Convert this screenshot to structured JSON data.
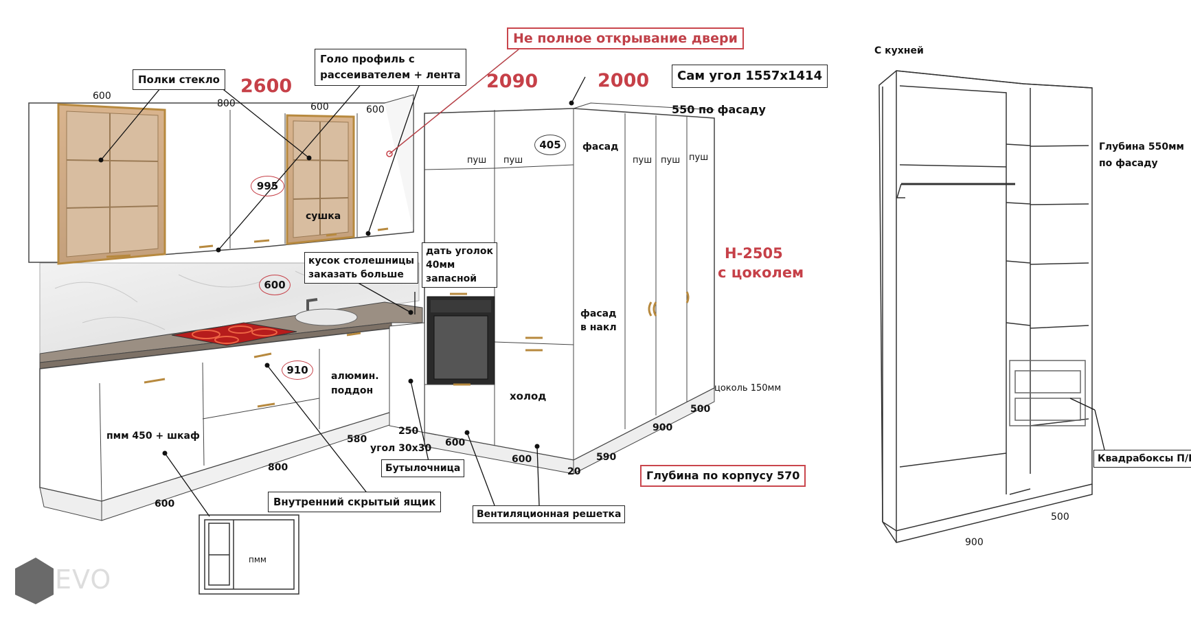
{
  "callouts": {
    "not_full_opening": "Не полное открывание двери",
    "glass_shelves": "Полки стекло",
    "gola_profile": "Голо профиль с\nрассеивателем + лента",
    "corner": "Сам угол 1557х1414",
    "countertop_piece": "кусок столешницы\nзаказать больше",
    "spare_angle": "дать уголок\n40мм\nзапасной",
    "bottle_holder": "Бутылочница",
    "hidden_drawer": "Внутренний скрытый ящик",
    "vent_grille": "Вентиляционная решетка",
    "body_depth": "Глубина по корпусу 570",
    "square_boxes": "Квадрабоксы П/В"
  },
  "red_numbers": {
    "n2600": "2600",
    "n2090": "2090",
    "n2000": "2000",
    "height": "Н-2505",
    "height_sub": "с цоколем"
  },
  "ovals": {
    "o995": "995",
    "o405": "405",
    "o600": "600",
    "o910": "910"
  },
  "labels": {
    "facade_550": "550 по фасаду",
    "fasad_top": "фасад",
    "push1": "пуш",
    "push2": "пуш",
    "push3": "пуш",
    "push4": "пуш",
    "push5": "пуш",
    "sushka": "сушка",
    "fasad_nakl": "фасад\nв накл",
    "kholod": "холод",
    "alum": "алюмин.\nподдон",
    "pmm_shkaf": "пмм 450 + шкаф",
    "corner_30": "угол 30х30",
    "plinth": "цоколь 150мм",
    "pmm": "пмм",
    "with_kitchen": "С кухней",
    "depth_550": "Глубина 550мм\nпо фасаду"
  },
  "dims": {
    "d600a": "600",
    "d800a": "800",
    "d600b": "600",
    "d600c": "600",
    "d580": "580",
    "d250": "250",
    "d600d": "600",
    "d600e": "600",
    "d800b": "800",
    "d600f": "600",
    "d20": "20",
    "d590": "590",
    "d900": "900",
    "d500": "500",
    "w900": "900",
    "w500": "500"
  },
  "logo": "EVO",
  "colors": {
    "accent_red": "#c64048",
    "cabinet_wood": "#c8a878",
    "hob": "#b81818",
    "counter": "#8a7e72"
  }
}
